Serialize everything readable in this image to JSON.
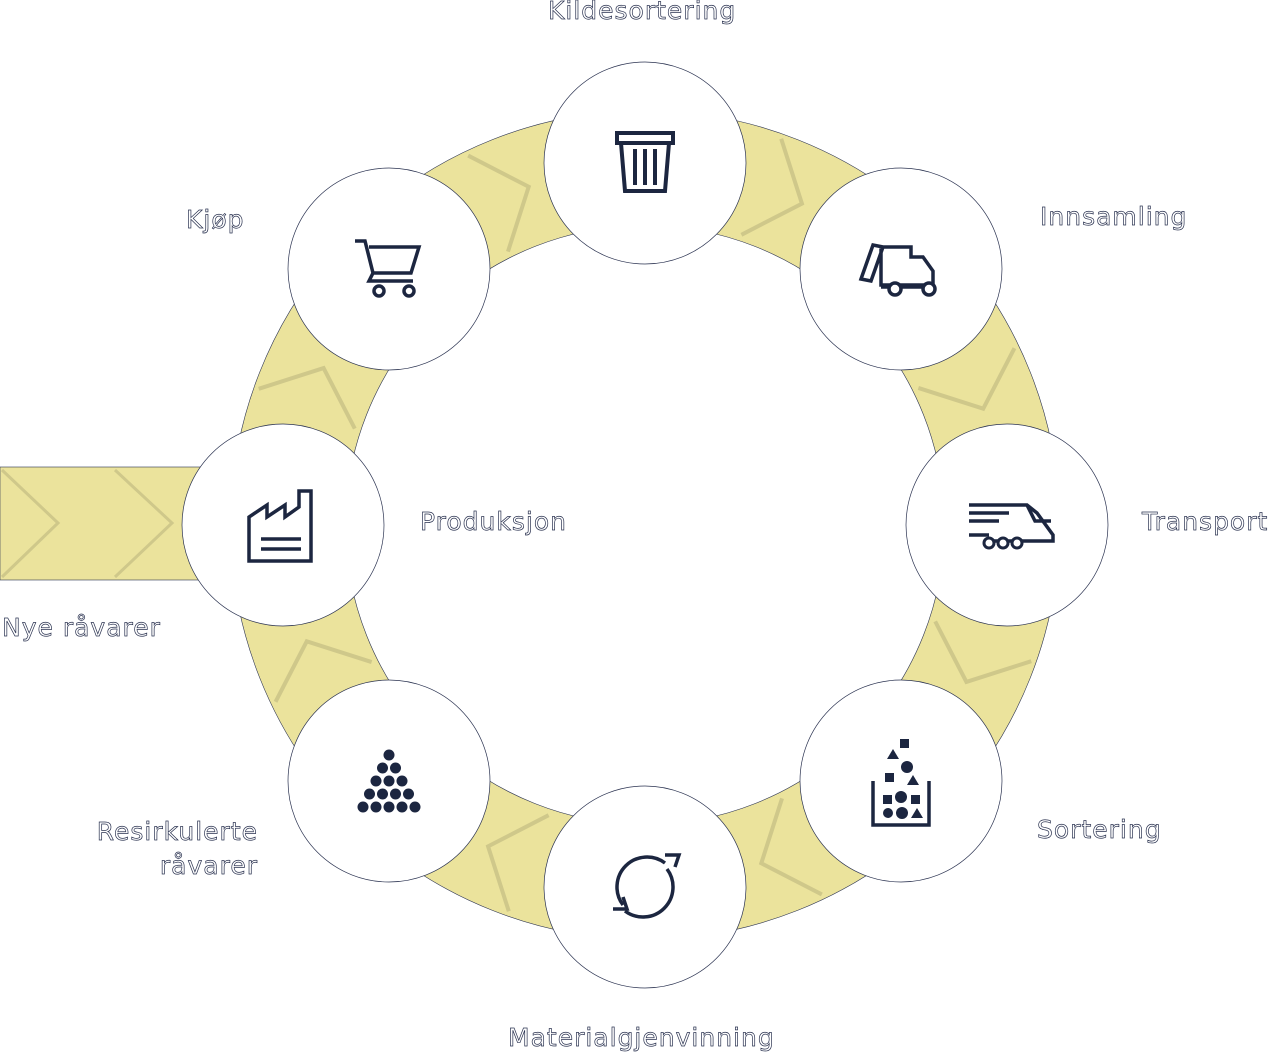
{
  "colors": {
    "ring": "#ebe39c",
    "chevron": "#cfc88a",
    "icon": "#1c2640",
    "outline": "#2a3250"
  },
  "steps": [
    {
      "label": "Kildesortering",
      "icon": "trash-bin-icon"
    },
    {
      "label": "Innsamling",
      "icon": "garbage-truck-icon"
    },
    {
      "label": "Transport",
      "icon": "train-icon"
    },
    {
      "label": "Sortering",
      "icon": "sorting-shapes-icon"
    },
    {
      "label": "Materialgjenvinning",
      "icon": "recycle-arrows-icon"
    },
    {
      "label": "Resirkulerte råvarer",
      "icon": "pellets-pile-icon"
    },
    {
      "label": "Produksjon",
      "icon": "factory-icon"
    },
    {
      "label": "Kjøp",
      "icon": "shopping-cart-icon"
    }
  ],
  "inflow": {
    "label": "Nye råvarer"
  }
}
